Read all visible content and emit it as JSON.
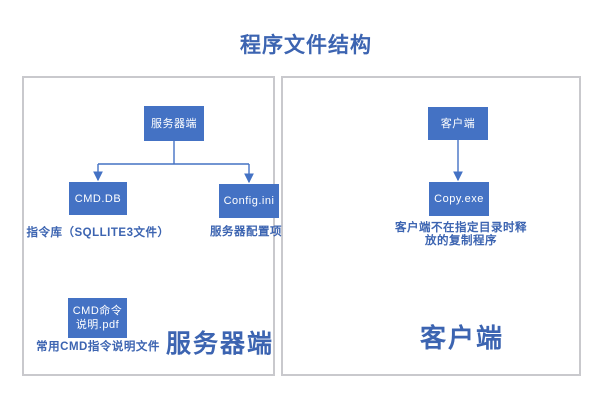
{
  "title": "程序文件结构",
  "colors": {
    "accent_box_fill": "#4472c4",
    "box_text": "#ffffff",
    "label_text": "#3c64b1",
    "panel_border": "#c9c9cd",
    "background": "#ffffff"
  },
  "server_panel": {
    "root_label": "服务器端",
    "cmd_db": {
      "label": "CMD.DB",
      "caption": "指令库（SQLLITE3文件）"
    },
    "config_ini": {
      "label": "Config.ini",
      "caption": "服务器配置项"
    },
    "cmd_pdf": {
      "label_line1": "CMD命令",
      "label_line2": "说明.pdf",
      "caption": "常用CMD指令说明文件"
    },
    "big_label": "服务器端"
  },
  "client_panel": {
    "root_label": "客户端",
    "copy_exe": {
      "label": "Copy.exe",
      "caption_line1": "客户端不在指定目录时释",
      "caption_line2": "放的复制程序"
    },
    "big_label": "客户端"
  }
}
